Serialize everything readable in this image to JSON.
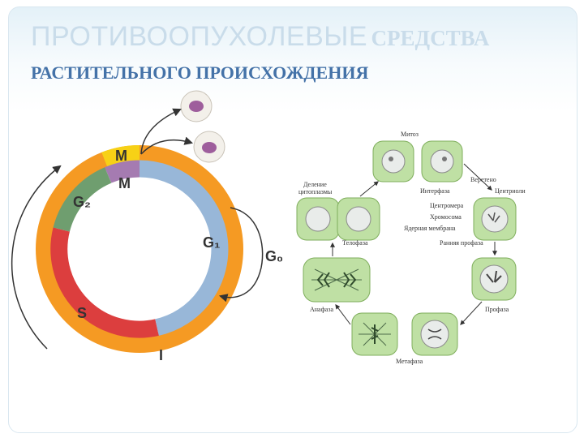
{
  "slide": {
    "title_part1": "ПРОТИВООПУХОЛЕВЫЕ",
    "title_part2": "СРЕДСТВА",
    "subtitle": "РАСТИТЕЛЬНОГО ПРОИСХОЖДЕНИЯ"
  },
  "cell_cycle": {
    "phase_labels": {
      "m_outer": "M",
      "m_inner": "M",
      "g2": "G₂",
      "g1": "G₁",
      "g0": "G₀",
      "s": "S",
      "i": "I"
    },
    "colors": {
      "outer_ring": "#f59a23",
      "m_phase": "#f7d116",
      "m_inner": "#a57bb1",
      "g2": "#6f9e6f",
      "s": "#dc3e3e",
      "g1": "#98b7d8",
      "cell_nucleus": "#9e5e9c"
    }
  },
  "mitosis_diagram": {
    "labels": {
      "mitosis": "Митоз",
      "cytoplasm_division": "Деление цитоплазмы",
      "interphase": "Интерфаза",
      "spindle": "Веретено",
      "centrioles": "Центриоли",
      "centromere": "Центромера",
      "chromosome": "Хромосома",
      "nuclear_membrane": "Ядерная мембрана",
      "telophase": "Телофаза",
      "early_prophase": "Ранняя профаза",
      "anaphase": "Анафаза",
      "prophase": "Профаза",
      "metaphase": "Метафаза"
    },
    "colors": {
      "cell_fill": "#bfe0a4",
      "cell_border": "#7fae5c",
      "nucleus_fill": "#e9ecea",
      "label_color": "#333333"
    }
  }
}
